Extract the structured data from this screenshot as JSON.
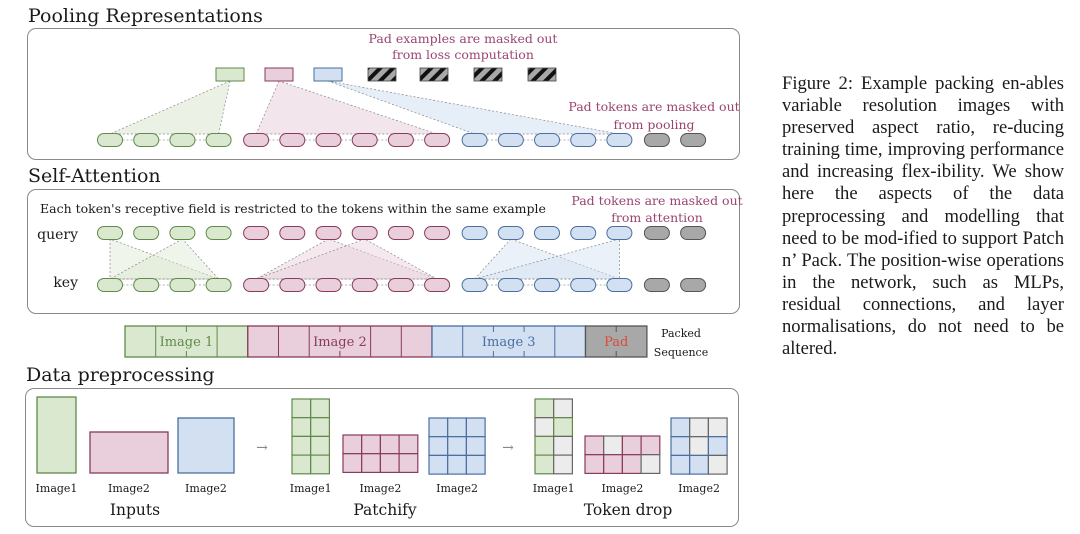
{
  "colors": {
    "green_fill": "#dbe8d0",
    "green_stroke": "#5f8a4a",
    "pink_fill": "#e8cfdb",
    "pink_stroke": "#8a3a5a",
    "blue_fill": "#d2e0f2",
    "blue_stroke": "#4a6fa0",
    "pad_fill": "#a8a8a8",
    "pad_stroke": "#555555",
    "drop_fill": "#ececec",
    "annotation_text": "#9a4470",
    "pad_label_text": "#d94a3a"
  },
  "pooling": {
    "title": "Pooling Representations",
    "annotation_loss": [
      "Pad examples are masked out",
      "from loss computation"
    ],
    "annotation_pool": [
      "Pad tokens are masked out",
      "from pooling"
    ],
    "pooled_outputs": [
      "green",
      "pink",
      "blue",
      "pad",
      "pad",
      "pad",
      "pad"
    ],
    "tokens": [
      "green",
      "green",
      "green",
      "green",
      "pink",
      "pink",
      "pink",
      "pink",
      "pink",
      "pink",
      "blue",
      "blue",
      "blue",
      "blue",
      "blue",
      "pad",
      "pad"
    ]
  },
  "attention": {
    "title": "Self-Attention",
    "note": "Each token's receptive field is restricted to the tokens within the same example",
    "annotation": [
      "Pad tokens are masked out",
      "from attention"
    ],
    "query_label": "query",
    "key_label": "key",
    "tokens": [
      "green",
      "green",
      "green",
      "green",
      "pink",
      "pink",
      "pink",
      "pink",
      "pink",
      "pink",
      "blue",
      "blue",
      "blue",
      "blue",
      "blue",
      "pad",
      "pad"
    ]
  },
  "packed": {
    "segments": [
      {
        "label": "Image 1",
        "color": "green",
        "cells": 4
      },
      {
        "label": "Image 2",
        "color": "pink",
        "cells": 6
      },
      {
        "label": "Image 3",
        "color": "blue",
        "cells": 5
      },
      {
        "label": "Pad",
        "color": "pad",
        "cells": 2
      }
    ],
    "side_label": [
      "Packed",
      "Sequence"
    ]
  },
  "preprocessing": {
    "title": "Data preprocessing",
    "stages": [
      {
        "label": "Inputs",
        "images": [
          {
            "caption": "Image1",
            "color": "green"
          },
          {
            "caption": "Image2",
            "color": "pink"
          },
          {
            "caption": "Image2",
            "color": "blue"
          }
        ]
      },
      {
        "label": "Patchify",
        "images": [
          {
            "caption": "Image1",
            "color": "green",
            "rows": 4,
            "cols": 2
          },
          {
            "caption": "Image2",
            "color": "pink",
            "rows": 2,
            "cols": 4
          },
          {
            "caption": "Image2",
            "color": "blue",
            "rows": 3,
            "cols": 3
          }
        ]
      },
      {
        "label": "Token drop",
        "images": [
          {
            "caption": "Image1",
            "color": "green",
            "rows": 4,
            "cols": 2,
            "kept": [
              1,
              0,
              0,
              1,
              1,
              0,
              1,
              0
            ]
          },
          {
            "caption": "Image2",
            "color": "pink",
            "rows": 2,
            "cols": 4,
            "kept": [
              1,
              0,
              1,
              1,
              1,
              1,
              1,
              0
            ]
          },
          {
            "caption": "Image2",
            "color": "blue",
            "rows": 3,
            "cols": 3,
            "kept": [
              1,
              0,
              0,
              1,
              0,
              1,
              1,
              1,
              0
            ]
          }
        ]
      }
    ],
    "arrow": "→"
  },
  "caption": {
    "label": "Figure 2:",
    "text": "Example packing en-ables variable resolution images with preserved aspect ratio, re-ducing training time, improving performance and increasing flex-ibility. We show here the aspects of the data preprocessing and modelling that need to be mod-ified to support Patch n’ Pack. The position-wise operations in the network, such as MLPs, residual connections, and layer normalisations, do not need to be altered."
  }
}
